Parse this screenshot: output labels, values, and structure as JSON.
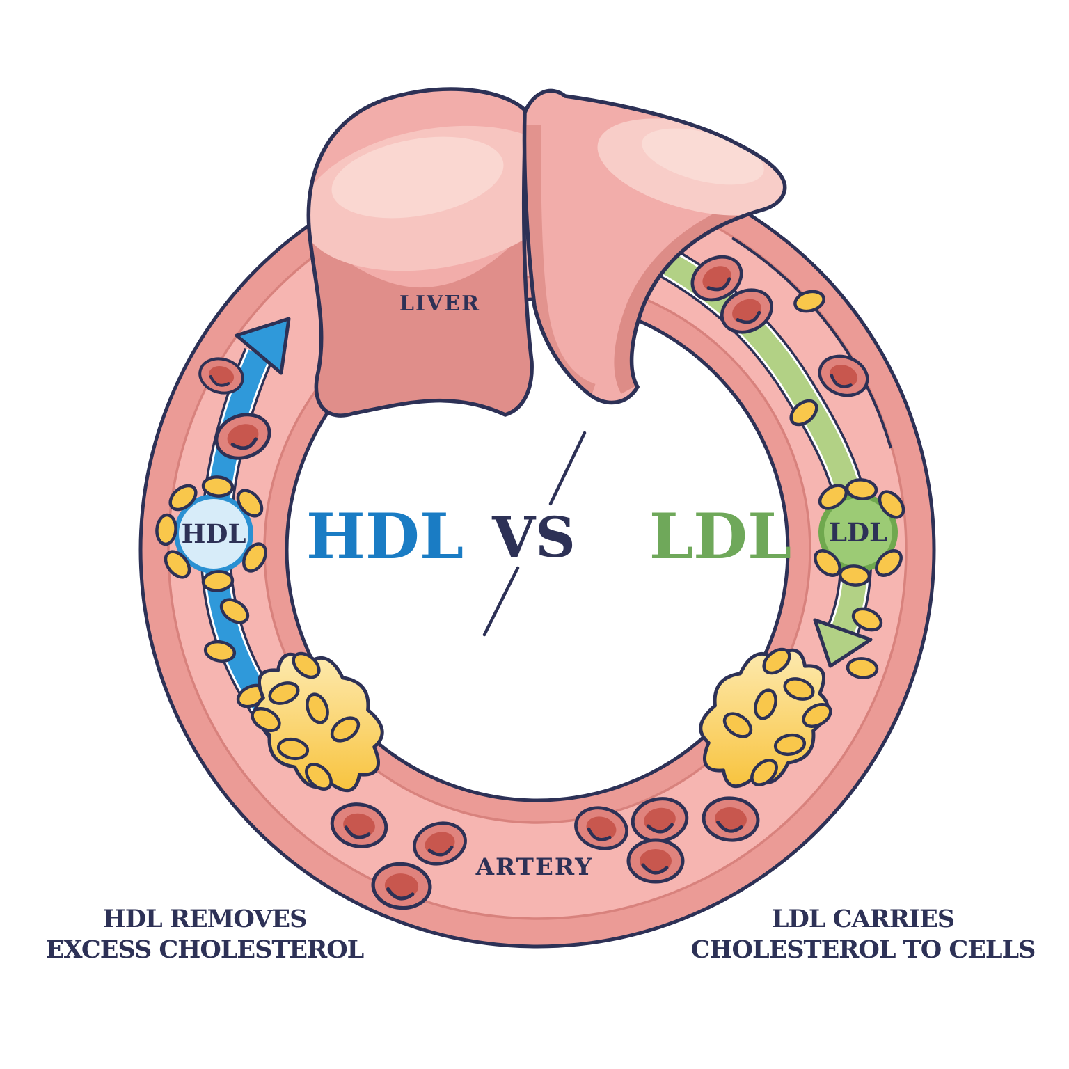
{
  "center": {
    "hdl": "HDL",
    "vs": "VS",
    "ldl": "LDL"
  },
  "labels": {
    "liver": "LIVER",
    "artery": "ARTERY"
  },
  "particles": {
    "hdl": "HDL",
    "ldl": "LDL"
  },
  "captions": {
    "hdl_line1": "HDL REMOVES",
    "hdl_line2": "EXCESS CHOLESTEROL",
    "ldl_line1": "LDL CARRIES",
    "ldl_line2": "CHOLESTEROL TO CELLS"
  },
  "colors": {
    "outline_navy": "#2d3156",
    "hdl_blue_text": "#1a7cc4",
    "ldl_green_text": "#6fa85a",
    "arrow_blue": "#2f99da",
    "hdl_particle_fill": "#d7ecf9",
    "ldl_band_green": "#b2d185",
    "ldl_particle_ring": "#6fa84e",
    "ldl_particle_fill": "#9ccb75",
    "cholesterol_yellow": "#f9c74b",
    "artery_pink": "#f6b5b1",
    "artery_wall_salmon": "#eb9b96",
    "artery_wall_line": "#d8827d",
    "rbc_red": "#e0837d",
    "rbc_core": "#c8574e",
    "liver_pink": "#f2adaa",
    "liver_shade": "#e08e8a",
    "plaque_yellow": "#f9c84d"
  }
}
